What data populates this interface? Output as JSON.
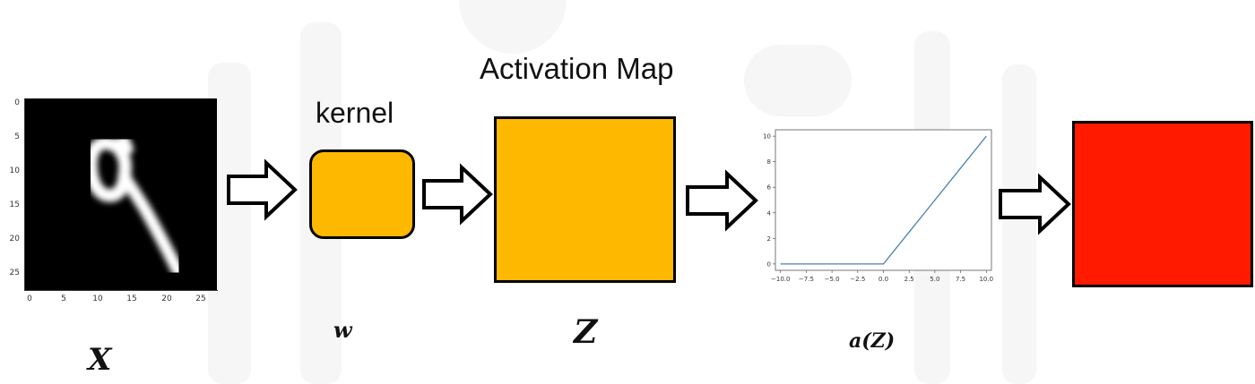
{
  "labels": {
    "activation_map": "Activation Map",
    "kernel": "kernel",
    "x": "X",
    "w": "w",
    "z": "Z",
    "az": "a(Z)"
  },
  "mnist_axes": {
    "y_ticks": [
      "0",
      "5",
      "10",
      "15",
      "20",
      "25"
    ],
    "x_ticks": [
      "0",
      "5",
      "10",
      "15",
      "20",
      "25"
    ]
  },
  "relu_chart": {
    "x_ticks": [
      "−10.0",
      "−7.5",
      "−5.0",
      "−2.5",
      "0.0",
      "2.5",
      "5.0",
      "7.5",
      "10.0"
    ],
    "y_ticks": [
      "0",
      "2",
      "4",
      "6",
      "8",
      "10"
    ]
  },
  "colors": {
    "kernel_fill": "#ffb800",
    "activation_map_fill": "#ffb800",
    "output_fill": "#ff1a00",
    "relu_line": "#4a7fb0",
    "mnist_background": "#000000"
  },
  "chart_data": {
    "type": "line",
    "x": [
      -10.0,
      -7.5,
      -5.0,
      -2.5,
      0.0,
      2.5,
      5.0,
      7.5,
      10.0
    ],
    "series": [
      {
        "values": [
          0,
          0,
          0,
          0,
          0,
          2.5,
          5.0,
          7.5,
          10.0
        ]
      }
    ],
    "xlim": [
      -10.5,
      10.5
    ],
    "ylim": [
      -0.5,
      10.5
    ],
    "grid": false
  }
}
